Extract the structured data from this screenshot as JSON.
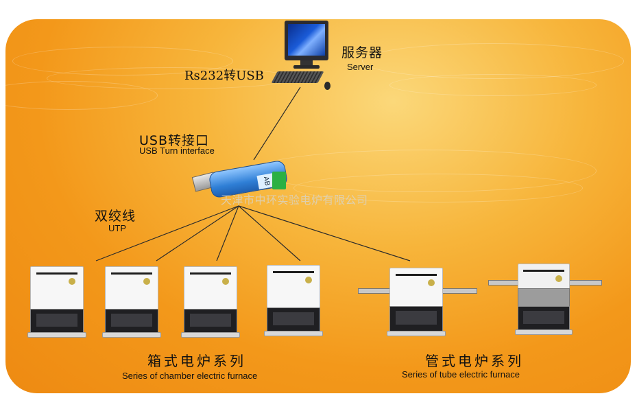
{
  "labels": {
    "server_cn": "服务器",
    "server_en": "Server",
    "rs232": "Rs232转USB",
    "usb_cn": "USB转接口",
    "usb_en": "USB Turn interface",
    "utp_cn": "双绞线",
    "utp_en": "UTP",
    "chamber_cn": "箱式电炉系列",
    "chamber_en": "Series of chamber electric furnace",
    "tube_cn": "管式电炉系列",
    "tube_en": "Series of tube electric furnace",
    "usb_ab": "AB",
    "watermark": "天津市中环实验电炉有限公司"
  },
  "colors": {
    "background_outer": "#ffffff",
    "panel_orange": "#f3981a",
    "panel_highlight": "#fbd87a",
    "wire": "#2b2b2b",
    "usb_blue": "#2f7fd6",
    "terminal_green": "#2bb043"
  },
  "icons": {
    "server": "desktop-computer-icon",
    "usb": "usb-adapter-icon",
    "chamber": "chamber-furnace-icon",
    "tube": "tube-furnace-icon"
  }
}
